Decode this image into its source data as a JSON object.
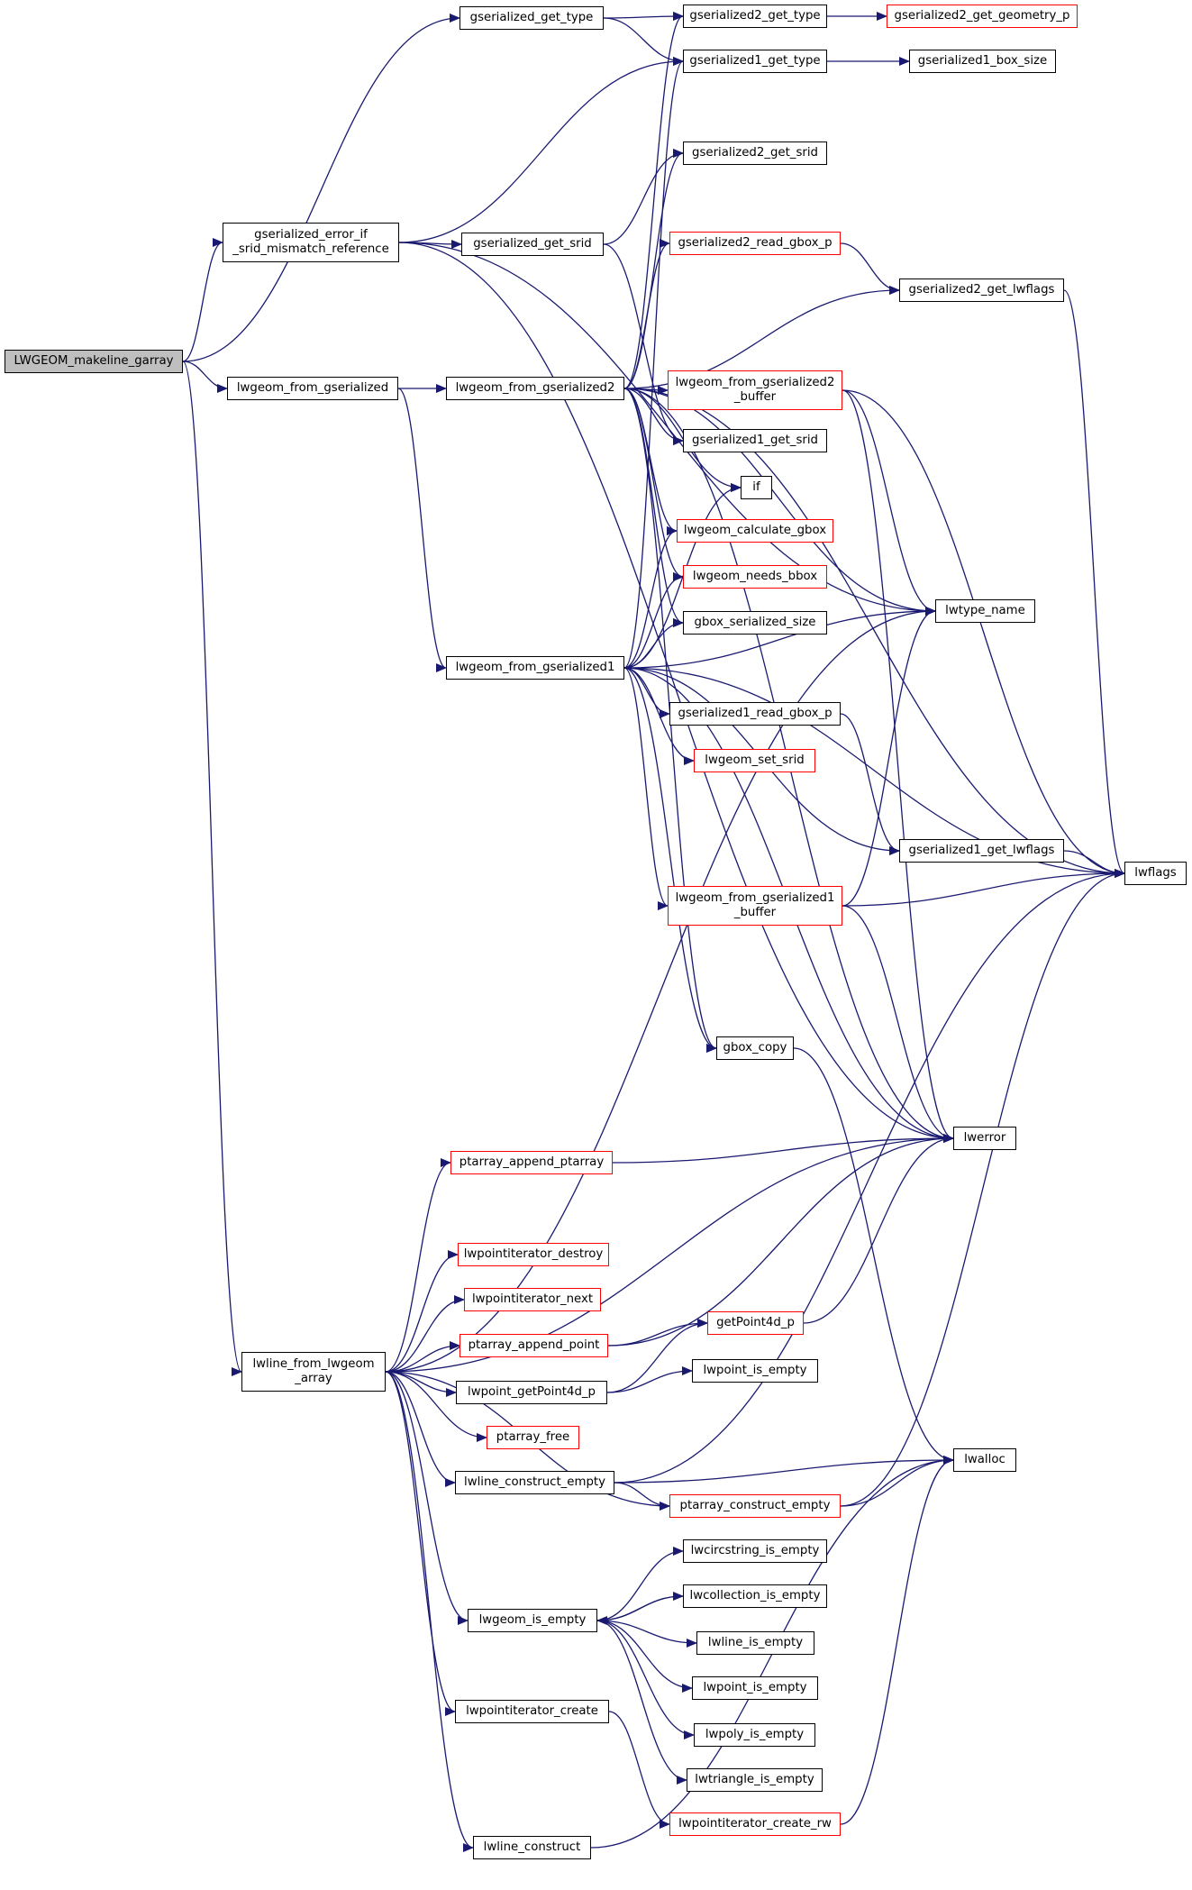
{
  "colors": {
    "edge": "#191970",
    "node_border": "#000000",
    "truncated_border": "#ff0000",
    "root_fill": "#bfbfbf",
    "background": "#ffffff"
  },
  "nodes": {
    "LWGEOM_makeline_garray": {
      "lines": [
        "LWGEOM_makeline_garray"
      ],
      "style": "root"
    },
    "gserialized_get_type": {
      "lines": [
        "gserialized_get_type"
      ],
      "style": "normal"
    },
    "gserialized2_get_type": {
      "lines": [
        "gserialized2_get_type"
      ],
      "style": "normal"
    },
    "gserialized2_get_geometry_p": {
      "lines": [
        "gserialized2_get_geometry_p"
      ],
      "style": "truncated"
    },
    "gserialized1_get_type": {
      "lines": [
        "gserialized1_get_type"
      ],
      "style": "normal"
    },
    "gserialized1_box_size": {
      "lines": [
        "gserialized1_box_size"
      ],
      "style": "normal"
    },
    "gserialized2_get_srid": {
      "lines": [
        "gserialized2_get_srid"
      ],
      "style": "normal"
    },
    "gserialized_error_if_srid_mismatch_reference": {
      "lines": [
        "gserialized_error_if",
        "_srid_mismatch_reference"
      ],
      "style": "normal"
    },
    "gserialized_get_srid": {
      "lines": [
        "gserialized_get_srid"
      ],
      "style": "normal"
    },
    "gserialized2_read_gbox_p": {
      "lines": [
        "gserialized2_read_gbox_p"
      ],
      "style": "truncated"
    },
    "gserialized2_get_lwflags": {
      "lines": [
        "gserialized2_get_lwflags"
      ],
      "style": "normal"
    },
    "lwgeom_from_gserialized": {
      "lines": [
        "lwgeom_from_gserialized"
      ],
      "style": "normal"
    },
    "lwgeom_from_gserialized2": {
      "lines": [
        "lwgeom_from_gserialized2"
      ],
      "style": "normal"
    },
    "lwgeom_from_gserialized2_buffer": {
      "lines": [
        "lwgeom_from_gserialized2",
        "_buffer"
      ],
      "style": "truncated"
    },
    "gserialized1_get_srid": {
      "lines": [
        "gserialized1_get_srid"
      ],
      "style": "normal"
    },
    "if": {
      "lines": [
        "if"
      ],
      "style": "normal"
    },
    "lwgeom_calculate_gbox": {
      "lines": [
        "lwgeom_calculate_gbox"
      ],
      "style": "truncated"
    },
    "lwgeom_needs_bbox": {
      "lines": [
        "lwgeom_needs_bbox"
      ],
      "style": "truncated"
    },
    "lwtype_name": {
      "lines": [
        "lwtype_name"
      ],
      "style": "normal"
    },
    "gbox_serialized_size": {
      "lines": [
        "gbox_serialized_size"
      ],
      "style": "normal"
    },
    "lwgeom_from_gserialized1": {
      "lines": [
        "lwgeom_from_gserialized1"
      ],
      "style": "normal"
    },
    "gserialized1_read_gbox_p": {
      "lines": [
        "gserialized1_read_gbox_p"
      ],
      "style": "normal"
    },
    "lwgeom_set_srid": {
      "lines": [
        "lwgeom_set_srid"
      ],
      "style": "truncated"
    },
    "gserialized1_get_lwflags": {
      "lines": [
        "gserialized1_get_lwflags"
      ],
      "style": "normal"
    },
    "lwflags": {
      "lines": [
        "lwflags"
      ],
      "style": "normal"
    },
    "lwgeom_from_gserialized1_buffer": {
      "lines": [
        "lwgeom_from_gserialized1",
        "_buffer"
      ],
      "style": "truncated"
    },
    "gbox_copy": {
      "lines": [
        "gbox_copy"
      ],
      "style": "normal"
    },
    "lwerror": {
      "lines": [
        "lwerror"
      ],
      "style": "normal"
    },
    "ptarray_append_ptarray": {
      "lines": [
        "ptarray_append_ptarray"
      ],
      "style": "truncated"
    },
    "lwpointiterator_destroy": {
      "lines": [
        "lwpointiterator_destroy"
      ],
      "style": "truncated"
    },
    "lwpointiterator_next": {
      "lines": [
        "lwpointiterator_next"
      ],
      "style": "truncated"
    },
    "getPoint4d_p": {
      "lines": [
        "getPoint4d_p"
      ],
      "style": "truncated"
    },
    "ptarray_append_point": {
      "lines": [
        "ptarray_append_point"
      ],
      "style": "truncated"
    },
    "lwline_from_lwgeom_array": {
      "lines": [
        "lwline_from_lwgeom",
        "_array"
      ],
      "style": "normal"
    },
    "lwpoint_is_empty_1": {
      "lines": [
        "lwpoint_is_empty"
      ],
      "style": "normal"
    },
    "lwpoint_getPoint4d_p": {
      "lines": [
        "lwpoint_getPoint4d_p"
      ],
      "style": "normal"
    },
    "ptarray_free": {
      "lines": [
        "ptarray_free"
      ],
      "style": "truncated"
    },
    "lwalloc": {
      "lines": [
        "lwalloc"
      ],
      "style": "normal"
    },
    "lwline_construct_empty": {
      "lines": [
        "lwline_construct_empty"
      ],
      "style": "normal"
    },
    "ptarray_construct_empty": {
      "lines": [
        "ptarray_construct_empty"
      ],
      "style": "truncated"
    },
    "lwcircstring_is_empty": {
      "lines": [
        "lwcircstring_is_empty"
      ],
      "style": "normal"
    },
    "lwcollection_is_empty": {
      "lines": [
        "lwcollection_is_empty"
      ],
      "style": "normal"
    },
    "lwgeom_is_empty": {
      "lines": [
        "lwgeom_is_empty"
      ],
      "style": "normal"
    },
    "lwline_is_empty": {
      "lines": [
        "lwline_is_empty"
      ],
      "style": "normal"
    },
    "lwpoint_is_empty_2": {
      "lines": [
        "lwpoint_is_empty"
      ],
      "style": "normal"
    },
    "lwpointiterator_create": {
      "lines": [
        "lwpointiterator_create"
      ],
      "style": "normal"
    },
    "lwpoly_is_empty": {
      "lines": [
        "lwpoly_is_empty"
      ],
      "style": "normal"
    },
    "lwtriangle_is_empty": {
      "lines": [
        "lwtriangle_is_empty"
      ],
      "style": "normal"
    },
    "lwpointiterator_create_rw": {
      "lines": [
        "lwpointiterator_create_rw"
      ],
      "style": "truncated"
    },
    "lwline_construct": {
      "lines": [
        "lwline_construct"
      ],
      "style": "normal"
    }
  },
  "edges": [
    [
      "LWGEOM_makeline_garray",
      "gserialized_get_type"
    ],
    [
      "LWGEOM_makeline_garray",
      "gserialized_error_if_srid_mismatch_reference"
    ],
    [
      "LWGEOM_makeline_garray",
      "lwgeom_from_gserialized"
    ],
    [
      "LWGEOM_makeline_garray",
      "lwline_from_lwgeom_array"
    ],
    [
      "gserialized_get_type",
      "gserialized2_get_type"
    ],
    [
      "gserialized_get_type",
      "gserialized1_get_type"
    ],
    [
      "gserialized2_get_type",
      "gserialized2_get_geometry_p"
    ],
    [
      "gserialized1_get_type",
      "gserialized1_box_size"
    ],
    [
      "gserialized_error_if_srid_mismatch_reference",
      "gserialized1_get_type"
    ],
    [
      "gserialized_error_if_srid_mismatch_reference",
      "lwtype_name"
    ],
    [
      "gserialized_error_if_srid_mismatch_reference",
      "gserialized_get_srid"
    ],
    [
      "gserialized_error_if_srid_mismatch_reference",
      "lwerror"
    ],
    [
      "gserialized_get_srid",
      "gserialized2_get_srid"
    ],
    [
      "gserialized_get_srid",
      "gserialized1_get_srid"
    ],
    [
      "lwgeom_from_gserialized",
      "lwgeom_from_gserialized2"
    ],
    [
      "lwgeom_from_gserialized",
      "lwgeom_from_gserialized1"
    ],
    [
      "lwgeom_from_gserialized2",
      "gserialized2_get_type"
    ],
    [
      "lwgeom_from_gserialized2",
      "gserialized2_get_srid"
    ],
    [
      "lwgeom_from_gserialized2",
      "gserialized2_read_gbox_p"
    ],
    [
      "lwgeom_from_gserialized2",
      "gserialized2_get_lwflags"
    ],
    [
      "lwgeom_from_gserialized2",
      "lwflags"
    ],
    [
      "lwgeom_from_gserialized2",
      "lwgeom_from_gserialized2_buffer"
    ],
    [
      "lwgeom_from_gserialized2",
      "gserialized1_get_srid"
    ],
    [
      "lwgeom_from_gserialized2",
      "if"
    ],
    [
      "lwgeom_from_gserialized2",
      "lwgeom_calculate_gbox"
    ],
    [
      "lwgeom_from_gserialized2",
      "lwgeom_needs_bbox"
    ],
    [
      "lwgeom_from_gserialized2",
      "gbox_serialized_size"
    ],
    [
      "lwgeom_from_gserialized2",
      "lwtype_name"
    ],
    [
      "lwgeom_from_gserialized2",
      "gbox_copy"
    ],
    [
      "lwgeom_from_gserialized2",
      "lwerror"
    ],
    [
      "gserialized2_read_gbox_p",
      "gserialized2_get_lwflags"
    ],
    [
      "gserialized2_get_lwflags",
      "lwflags"
    ],
    [
      "lwgeom_from_gserialized2_buffer",
      "lwtype_name"
    ],
    [
      "lwgeom_from_gserialized2_buffer",
      "lwflags"
    ],
    [
      "lwgeom_from_gserialized2_buffer",
      "lwerror"
    ],
    [
      "lwgeom_from_gserialized1",
      "gserialized1_get_type"
    ],
    [
      "lwgeom_from_gserialized1",
      "if"
    ],
    [
      "lwgeom_from_gserialized1",
      "lwgeom_calculate_gbox"
    ],
    [
      "lwgeom_from_gserialized1",
      "lwgeom_needs_bbox"
    ],
    [
      "lwgeom_from_gserialized1",
      "gbox_serialized_size"
    ],
    [
      "lwgeom_from_gserialized1",
      "lwtype_name"
    ],
    [
      "lwgeom_from_gserialized1",
      "gserialized1_read_gbox_p"
    ],
    [
      "lwgeom_from_gserialized1",
      "lwgeom_set_srid"
    ],
    [
      "lwgeom_from_gserialized1",
      "gserialized1_get_lwflags"
    ],
    [
      "lwgeom_from_gserialized1",
      "lwgeom_from_gserialized1_buffer"
    ],
    [
      "lwgeom_from_gserialized1",
      "lwflags"
    ],
    [
      "lwgeom_from_gserialized1",
      "gbox_copy"
    ],
    [
      "lwgeom_from_gserialized1",
      "lwerror"
    ],
    [
      "gserialized1_read_gbox_p",
      "gserialized1_get_lwflags"
    ],
    [
      "gserialized1_get_lwflags",
      "lwflags"
    ],
    [
      "lwgeom_from_gserialized1_buffer",
      "lwtype_name"
    ],
    [
      "lwgeom_from_gserialized1_buffer",
      "lwflags"
    ],
    [
      "lwgeom_from_gserialized1_buffer",
      "lwerror"
    ],
    [
      "gbox_copy",
      "lwalloc"
    ],
    [
      "lwline_from_lwgeom_array",
      "lwtype_name"
    ],
    [
      "lwline_from_lwgeom_array",
      "ptarray_append_ptarray"
    ],
    [
      "lwline_from_lwgeom_array",
      "lwerror"
    ],
    [
      "lwline_from_lwgeom_array",
      "lwpointiterator_destroy"
    ],
    [
      "lwline_from_lwgeom_array",
      "lwpointiterator_next"
    ],
    [
      "lwline_from_lwgeom_array",
      "ptarray_append_point"
    ],
    [
      "lwline_from_lwgeom_array",
      "lwpoint_getPoint4d_p"
    ],
    [
      "lwline_from_lwgeom_array",
      "ptarray_free"
    ],
    [
      "lwline_from_lwgeom_array",
      "lwline_construct_empty"
    ],
    [
      "lwline_from_lwgeom_array",
      "ptarray_construct_empty"
    ],
    [
      "lwline_from_lwgeom_array",
      "lwgeom_is_empty"
    ],
    [
      "lwline_from_lwgeom_array",
      "lwpointiterator_create"
    ],
    [
      "lwline_from_lwgeom_array",
      "lwline_construct"
    ],
    [
      "ptarray_append_ptarray",
      "lwerror"
    ],
    [
      "ptarray_append_point",
      "lwerror"
    ],
    [
      "ptarray_append_point",
      "getPoint4d_p"
    ],
    [
      "getPoint4d_p",
      "lwerror"
    ],
    [
      "lwpoint_getPoint4d_p",
      "getPoint4d_p"
    ],
    [
      "lwpoint_getPoint4d_p",
      "lwpoint_is_empty_1"
    ],
    [
      "lwline_construct_empty",
      "lwflags"
    ],
    [
      "lwline_construct_empty",
      "lwalloc"
    ],
    [
      "lwline_construct_empty",
      "ptarray_construct_empty"
    ],
    [
      "ptarray_construct_empty",
      "lwalloc"
    ],
    [
      "ptarray_construct_empty",
      "lwflags"
    ],
    [
      "lwgeom_is_empty",
      "lwcircstring_is_empty"
    ],
    [
      "lwgeom_is_empty",
      "lwcollection_is_empty"
    ],
    [
      "lwcollection_is_empty",
      "lwgeom_is_empty"
    ],
    [
      "lwgeom_is_empty",
      "lwline_is_empty"
    ],
    [
      "lwgeom_is_empty",
      "lwpoint_is_empty_2"
    ],
    [
      "lwgeom_is_empty",
      "lwpoly_is_empty"
    ],
    [
      "lwgeom_is_empty",
      "lwtriangle_is_empty"
    ],
    [
      "lwpointiterator_create",
      "lwpointiterator_create_rw"
    ],
    [
      "lwpointiterator_create_rw",
      "lwalloc"
    ],
    [
      "lwline_construct",
      "lwalloc"
    ]
  ]
}
